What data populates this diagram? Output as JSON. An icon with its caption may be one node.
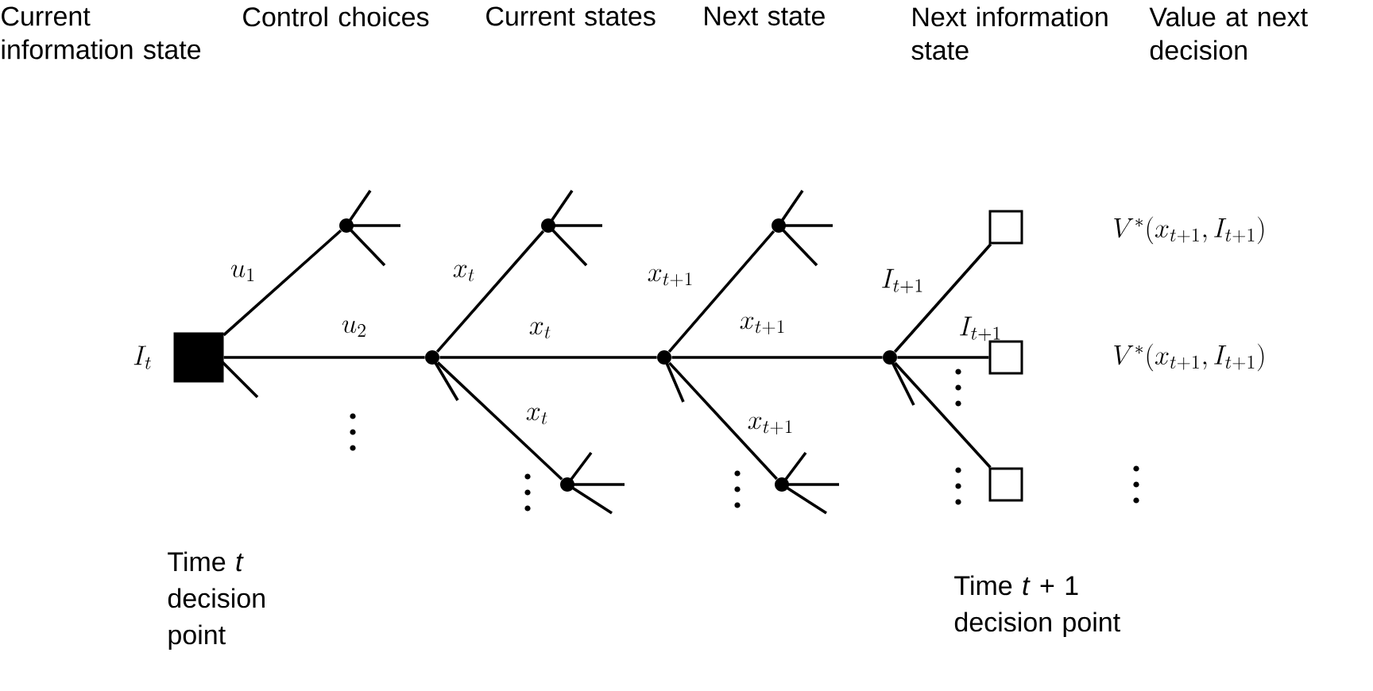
{
  "diagram": {
    "nodes": [
      {
        "text": [],
        "shape": "box",
        "beside": [
          "I_t"
        ]
      },
      {
        "text": [],
        "shape": "circle"
      },
      {
        "text": [],
        "shape": "circle"
      },
      {
        "text": [],
        "shape": "circle"
      },
      {
        "text": [],
        "shape": "circle"
      },
      {
        "text": [],
        "shape": "circle"
      },
      {
        "text": [],
        "shape": "circle"
      },
      {
        "text": [],
        "shape": "circle"
      },
      {
        "text": [],
        "shape": "circle"
      },
      {
        "text": [],
        "shape": "box"
      },
      {
        "text": [],
        "shape": "box"
      },
      {
        "text": [],
        "shape": "box"
      }
    ],
    "edges": [
      {
        "from": 0,
        "to": 1,
        "arrow": "none",
        "label": "u_1"
      },
      {
        "from": 0,
        "to": 2,
        "arrow": "none",
        "label": "u_2"
      },
      {
        "from": 2,
        "to": 3,
        "arrow": "none",
        "label": "x_t"
      },
      {
        "from": 2,
        "to": 4,
        "arrow": "none",
        "label": "x_t"
      },
      {
        "from": 2,
        "to": 5,
        "arrow": "none",
        "label": "x_t"
      },
      {
        "from": 4,
        "to": 6,
        "arrow": "none",
        "label": "x_{t+1}"
      },
      {
        "from": 4,
        "to": 7,
        "arrow": "none",
        "label": "x_{t+1}"
      },
      {
        "from": 4,
        "to": 8,
        "arrow": "none",
        "label": "x_{t+1}"
      },
      {
        "from": 7,
        "to": 9,
        "arrow": "none",
        "label": "I_{t+1}"
      },
      {
        "from": 7,
        "to": 10,
        "arrow": "none",
        "label": "I_{t+1}"
      },
      {
        "from": 7,
        "to": 11,
        "arrow": "none"
      }
    ],
    "labels": [
      "Current information state",
      "Control choices",
      "Current states",
      "Next state",
      "Next information state",
      "Value at next decision",
      "V^*(x_{t+1}, I_{t+1})",
      "V^*(x_{t+1}, I_{t+1})",
      "Time *t* decision point",
      "Time *t* + 1 decision point"
    ]
  }
}
